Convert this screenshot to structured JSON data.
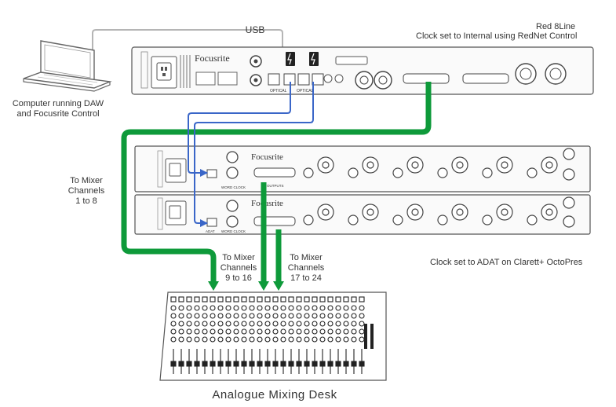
{
  "labels": {
    "usb": "USB",
    "device_top": "Red 8Line",
    "clock_internal": "Clock set to Internal using RedNet Control",
    "computer": "Computer running DAW\nand Focusrite Control",
    "to_mixer_1": "To Mixer\nChannels\n1 to 8",
    "to_mixer_2": "To Mixer\nChannels\n9 to 16",
    "to_mixer_3": "To Mixer\nChannels\n17 to 24",
    "clock_adat": "Clock set to ADAT on Clarett+ OctoPres",
    "mixing_desk": "Analogue Mixing Desk"
  },
  "device_text": {
    "brand": "Focusrite",
    "optical_label": "OPTICAL",
    "word_clock": "WORD CLOCK",
    "adat": "ADAT",
    "outputs": "OUTPUTS"
  },
  "colors": {
    "green_cable": "#0e9a3a",
    "blue_cable": "#3a66c8",
    "usb_cable": "#b0b0b0",
    "device_outline": "#555555"
  }
}
